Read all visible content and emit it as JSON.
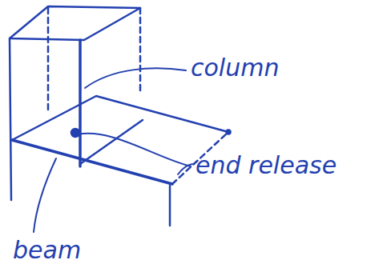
{
  "diagram": {
    "labels": [
      "column",
      "end release",
      "beam"
    ]
  }
}
